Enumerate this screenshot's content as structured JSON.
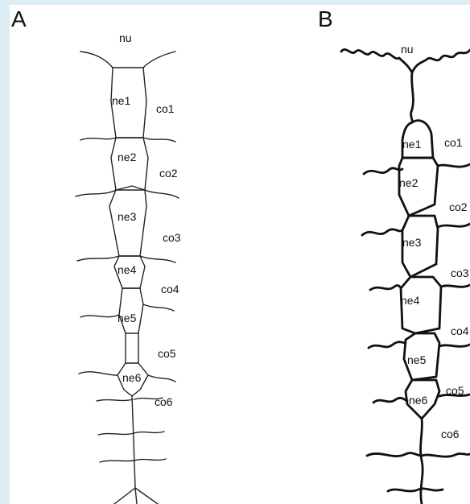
{
  "panels": [
    {
      "letter": "A",
      "labels": {
        "nucleus": "nu",
        "neural": [
          "ne1",
          "ne2",
          "ne3",
          "ne4",
          "ne5",
          "ne6"
        ],
        "cortical": [
          "co1",
          "co2",
          "co3",
          "co4",
          "co5",
          "co6"
        ]
      }
    },
    {
      "letter": "B",
      "labels": {
        "nucleus": "nu",
        "neural": [
          "ne1",
          "ne2",
          "ne3",
          "ne4",
          "ne5",
          "ne6"
        ],
        "cortical": [
          "co1",
          "co2",
          "co3",
          "co4",
          "co5",
          "co6"
        ]
      }
    }
  ]
}
